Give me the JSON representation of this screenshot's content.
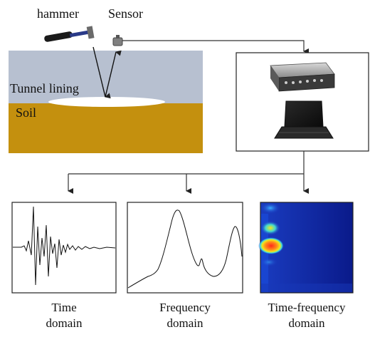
{
  "labels": {
    "hammer": "hammer",
    "sensor": "Sensor",
    "lining": "Tunnel lining",
    "soil": "Soil"
  },
  "panels": [
    {
      "line1": "Time",
      "line2": "domain"
    },
    {
      "line1": "Frequency",
      "line2": "domain"
    },
    {
      "line1": "Time-frequency",
      "line2": "domain"
    }
  ],
  "colors": {
    "lining": "#b7c0d0",
    "soil": "#c4900e",
    "void": "#ffffff",
    "spectrogram_bg": "#0a1a8a",
    "hotspot": "#e31414"
  },
  "icons": {
    "hammer": "hammer-icon",
    "sensor": "sensor-icon",
    "daq": "data-acquisition-device-icon",
    "laptop": "laptop-icon"
  }
}
